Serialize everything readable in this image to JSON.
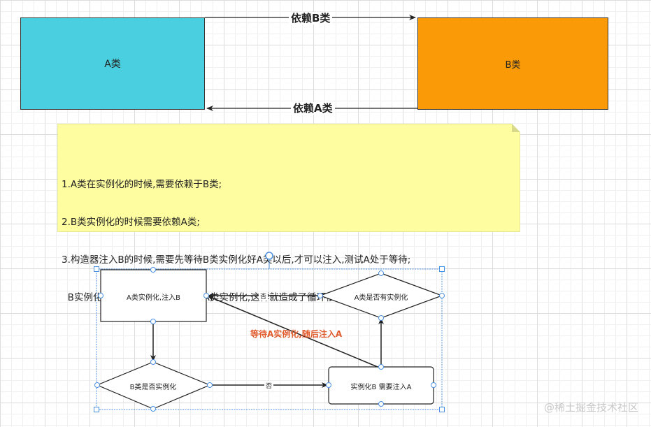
{
  "top": {
    "class_a_label": "A类",
    "class_b_label": "B类",
    "arrow_a_to_b": "依赖B类",
    "arrow_b_to_a": "依赖A类"
  },
  "note": {
    "lines": [
      "1.A类在实例化的时候,需要依赖于B类;",
      "2.B类实例化的时候需要依赖A类;",
      "3.构造器注入B的时候,需要先等待B类实例化好A类以后,才可以注入,测试A处于等待;",
      "  B实例化A的时候,同样B也在等待A类实例化,这样就造成了循环依赖的问题"
    ]
  },
  "flowchart": {
    "box_instantiate_a": "A类实例化,注入B",
    "diamond_b_instantiated": "B类是否实例化",
    "box_instantiate_b": "实例化B  需要注入A",
    "diamond_a_instantiated": "A类是否有实例化",
    "no_label_1": "否",
    "no_label_2": "否",
    "wait_label": "等待A实例化,随后注入A"
  },
  "watermark": "@稀土掘金技术社区",
  "colors": {
    "class_a": "#49cfdf",
    "class_b": "#f99a06",
    "note_bg": "#fefea0",
    "wait_label": "#e05a2b",
    "selection": "#4a90e2"
  }
}
